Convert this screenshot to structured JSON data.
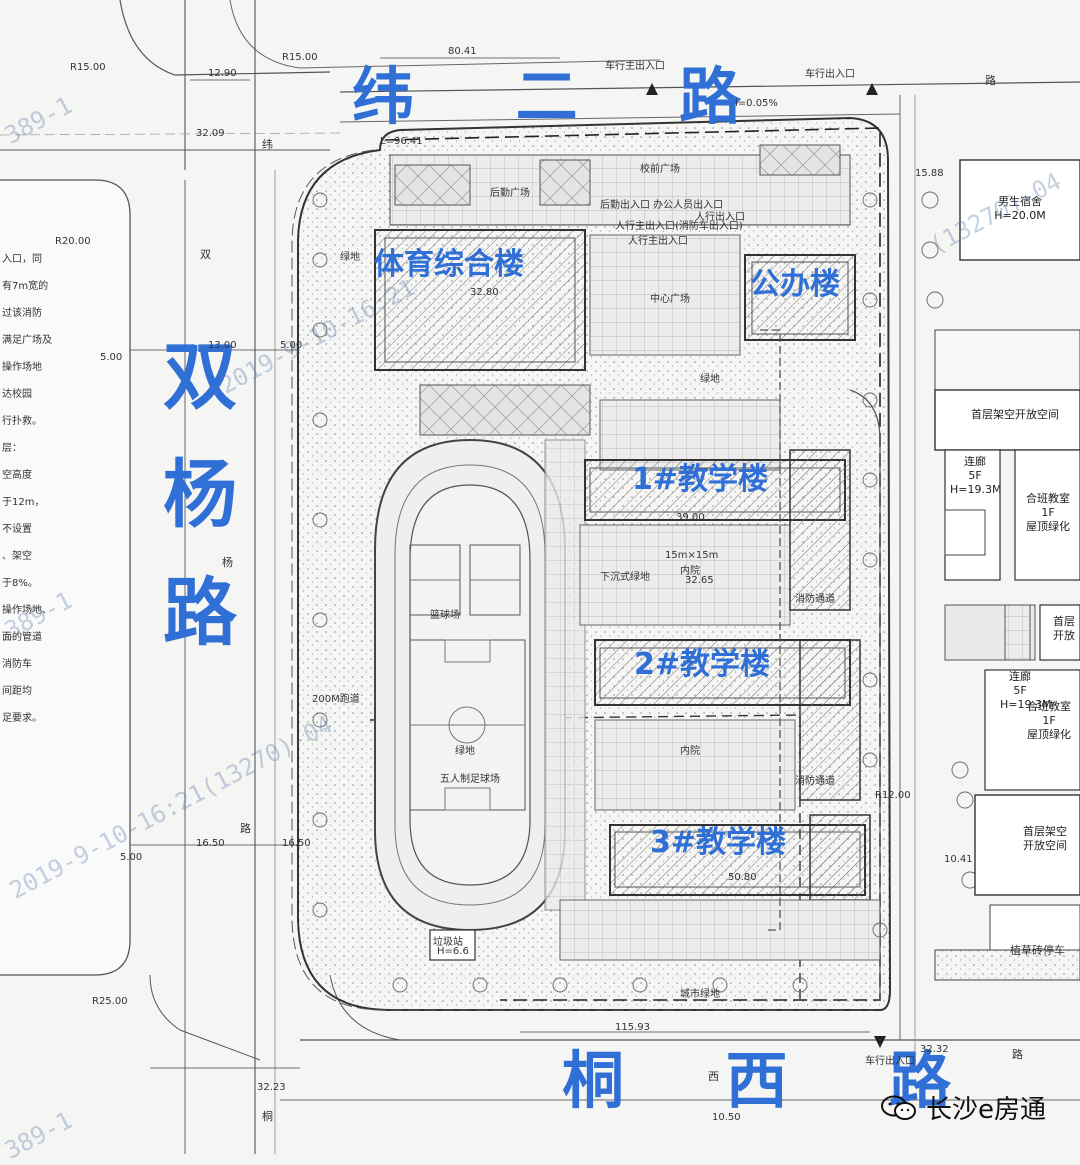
{
  "roads": {
    "north": "纬 二 路",
    "south": "桐 西 路",
    "west": [
      "双",
      "杨",
      "路"
    ]
  },
  "buildings": {
    "sports": "体育综合楼",
    "office": "公办楼",
    "teach1": "1#教学楼",
    "teach2": "2#教学楼",
    "teach3": "3#教学楼"
  },
  "neighbor": {
    "dorm": "男生宿舍",
    "dorm_h": "H=20.0M",
    "open_space_1": "首层架空开放空间",
    "corridor_1": "连廊",
    "corridor_1_f": "5F",
    "corridor_1_h": "H=19.3M",
    "class_1": "合班教室",
    "class_1_f": "1F",
    "roof_1": "屋顶绿化",
    "corridor_2": "连廊",
    "corridor_2_f": "5F",
    "corridor_2_h": "H=19.3M",
    "class_2": "合班教室",
    "class_2_f": "1F",
    "roof_2": "屋顶绿化",
    "open_space_2a": "首层架空",
    "open_space_2b": "开放空间",
    "open_space_3": "首层",
    "open_space_3b": "开放",
    "parking": "植草砖停车"
  },
  "site_labels": {
    "main_entry": "车行主出入口",
    "car_entry": "车行出入口",
    "car_entry_s": "车行出入口",
    "logistics_square": "后勤广场",
    "campus_square": "校前广场",
    "people_entry": "人行主出入口",
    "people_entry_2": "人行出入口",
    "central_square": "中心广场",
    "sunken_green": "下沉式绿地",
    "courtyard": "内院",
    "court_size": "15m×15m",
    "football": "五人制足球场",
    "track": "200M跑道",
    "basketball": "篮球场",
    "green": "绿地",
    "fire_road": "消防通道",
    "city_green": "城市绿地",
    "garbage": "垃圾站",
    "garbage_h": "H=6.6",
    "slope": "i=0.05%",
    "gate_area": "后勤出入口 办公人员出入口",
    "gate_fire": "人行主出入口(消防车出入口)",
    "green2": "绿地",
    "green3": "绿地"
  },
  "small_road_chars": {
    "wei": "纬",
    "shuang": "双",
    "yang": "杨",
    "lu1": "路",
    "lu2": "路",
    "lu3": "路",
    "tong": "桐",
    "xi": "西"
  },
  "dimensions": {
    "d_80_41": "80.41",
    "d_12_90": "12.90",
    "d_r15": "R15.00",
    "d_r15b": "R15.00",
    "d_32_09": "32.09",
    "d_r20": "R20.00",
    "d_5_00a": "5.00",
    "d_13_00": "13.00",
    "d_5_00b": "5.00",
    "d_16_50a": "16.50",
    "d_5_00c": "5.00",
    "d_16_50b": "16.50",
    "d_r25": "R25.00",
    "d_32_23": "32.23",
    "d_115_93": "115.93",
    "d_32_32": "32.32",
    "d_r12": "R12.00",
    "d_15_88": "15.88",
    "d_10_41": "10.41",
    "d_39_00": "39.00",
    "d_50_80": "50.80",
    "d_32_80": "32.80",
    "d_32_65": "32.65",
    "d_10_50": "10.50",
    "d_96_41": "L=96.41"
  },
  "notes": [
    "入口，同",
    "有7m宽的",
    "过该消防",
    "满足广场及",
    "操作场地",
    "达校园",
    "行扑救。",
    "层：",
    "空高度",
    "于12m，",
    "不设置",
    "、架空",
    "于8%。",
    "操作场地、",
    "面的管道",
    "消防车",
    "间距均",
    "足要求。"
  ],
  "watermarks": {
    "w1": "389-1",
    "w2": "2019-9-10-16:21",
    "w3": "389-1",
    "w4": "2019-9-10-16:21(13270)-04",
    "w5": "(13270)-04",
    "w6": "389-1"
  },
  "brand": {
    "name": "长沙e房通",
    "icon": "wechat-icon"
  },
  "colors": {
    "label_blue": "#2f6fd6",
    "line": "#444444",
    "paper": "#f4f4f2"
  }
}
